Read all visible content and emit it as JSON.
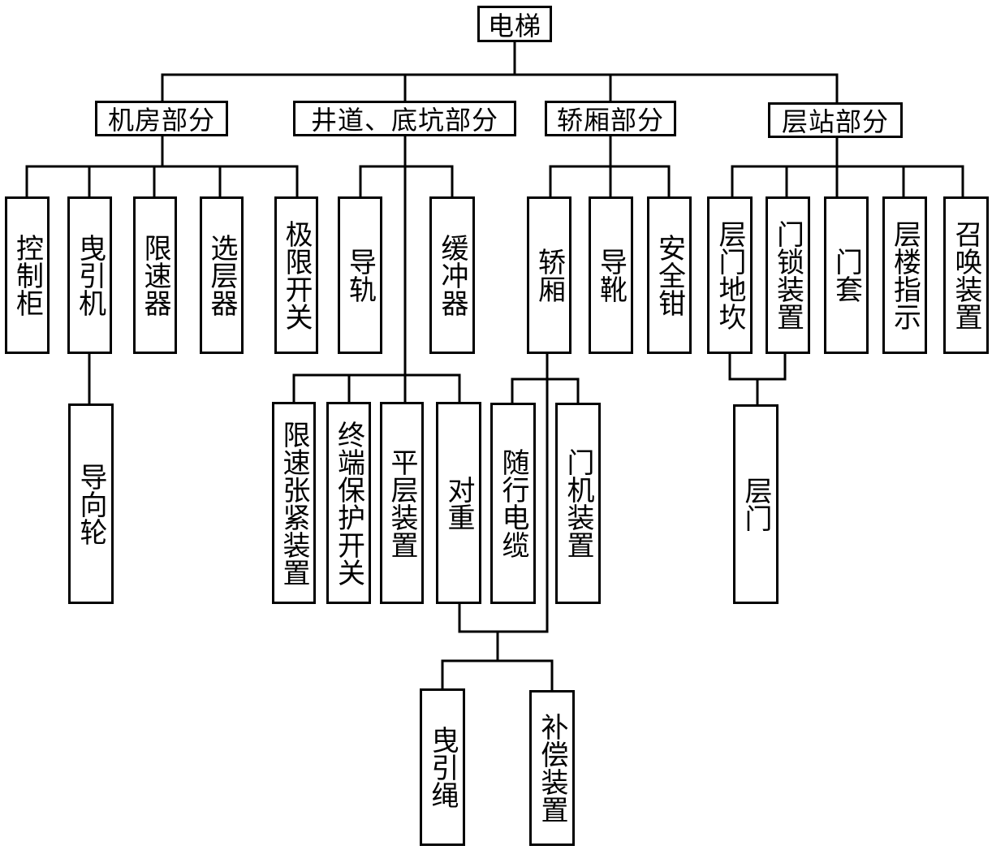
{
  "root": {
    "label": "电梯"
  },
  "sections": {
    "machine_room": {
      "label": "机房部分",
      "items": {
        "control_cabinet": "控制柜",
        "traction_machine": "曳引机",
        "speed_governor": "限速器",
        "floor_selector": "选层器",
        "limit_switch": "极限开关"
      },
      "guide_wheel": "导向轮"
    },
    "shaft_pit": {
      "label": "井道、底坑部分",
      "items": {
        "guide_rail": "导轨",
        "buffer": "缓冲器"
      },
      "sub": {
        "tensioner": "限速张紧装置",
        "terminal_switch": "终端保护开关",
        "leveling": "平层装置",
        "counterweight": "对重"
      }
    },
    "car": {
      "label": "轿厢部分",
      "items": {
        "car": "轿厢",
        "guide_shoe": "导靴",
        "safety_gear": "安全钳"
      },
      "sub": {
        "travel_cable": "随行电缆",
        "door_operator": "门机装置"
      }
    },
    "landing": {
      "label": "层站部分",
      "items": {
        "landing_sill": "层门地坎",
        "door_lock": "门锁装置",
        "door_frame": "门套",
        "floor_indicator": "层楼指示",
        "call_device": "召唤装置"
      },
      "landing_door": "层门"
    }
  },
  "shared": {
    "traction_rope": "曳引绳",
    "compensation": "补偿装置"
  }
}
